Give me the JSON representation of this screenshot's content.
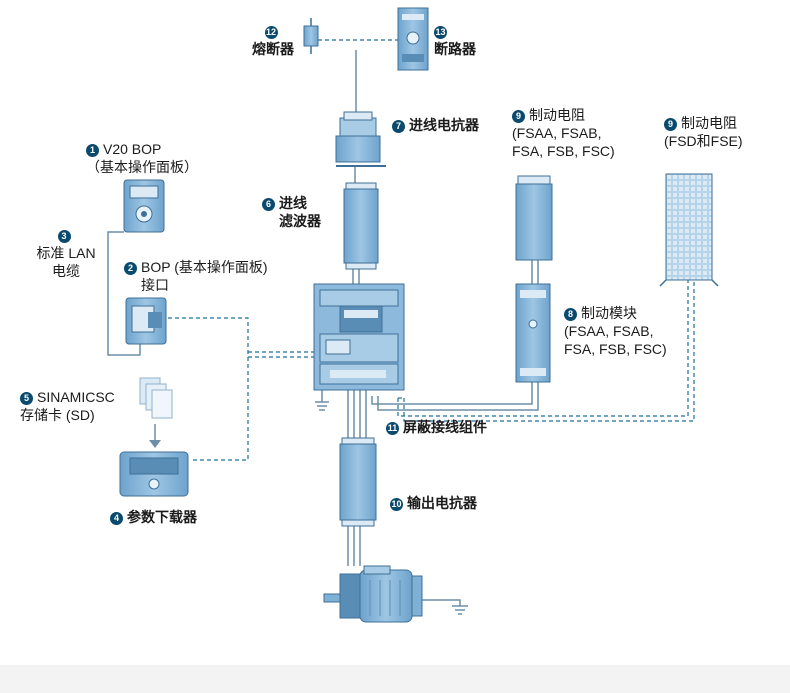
{
  "colors": {
    "component_fill": "#7fb0d6",
    "component_light": "#a8cce6",
    "component_dark": "#3e6f97",
    "wire": "#6c8ea8",
    "dashed": "#1f6f99",
    "badge": "#0a4a6e",
    "text": "#1b1b1b"
  },
  "components": [
    {
      "id": "12",
      "label": "熔断器"
    },
    {
      "id": "13",
      "label": "断路器"
    },
    {
      "id": "7",
      "label": "进线电抗器"
    },
    {
      "id": "6",
      "label_lines": [
        "进线",
        "滤波器"
      ]
    },
    {
      "id": "1",
      "label_lines": [
        "V20 BOP",
        "（基本操作面板）"
      ]
    },
    {
      "id": "3",
      "label_lines": [
        "标准 LAN",
        "电缆"
      ]
    },
    {
      "id": "2",
      "label_lines": [
        "BOP (基本操作面板)",
        "接口"
      ]
    },
    {
      "id": "5",
      "label_lines": [
        "SINAMICSC",
        "存储卡 (SD)"
      ]
    },
    {
      "id": "4",
      "label": "参数下载器"
    },
    {
      "id": "9a",
      "badge": "9",
      "label_lines": [
        "制动电阻",
        "(FSAA, FSAB,",
        "FSA, FSB, FSC)"
      ]
    },
    {
      "id": "9b",
      "badge": "9",
      "label_lines": [
        "制动电阻",
        "(FSD和FSE)"
      ]
    },
    {
      "id": "8",
      "label_lines": [
        "制动模块",
        "(FSAA, FSAB,",
        "FSA, FSB, FSC)"
      ]
    },
    {
      "id": "11",
      "label": "屏蔽接线组件"
    },
    {
      "id": "10",
      "label": "输出电抗器"
    }
  ]
}
